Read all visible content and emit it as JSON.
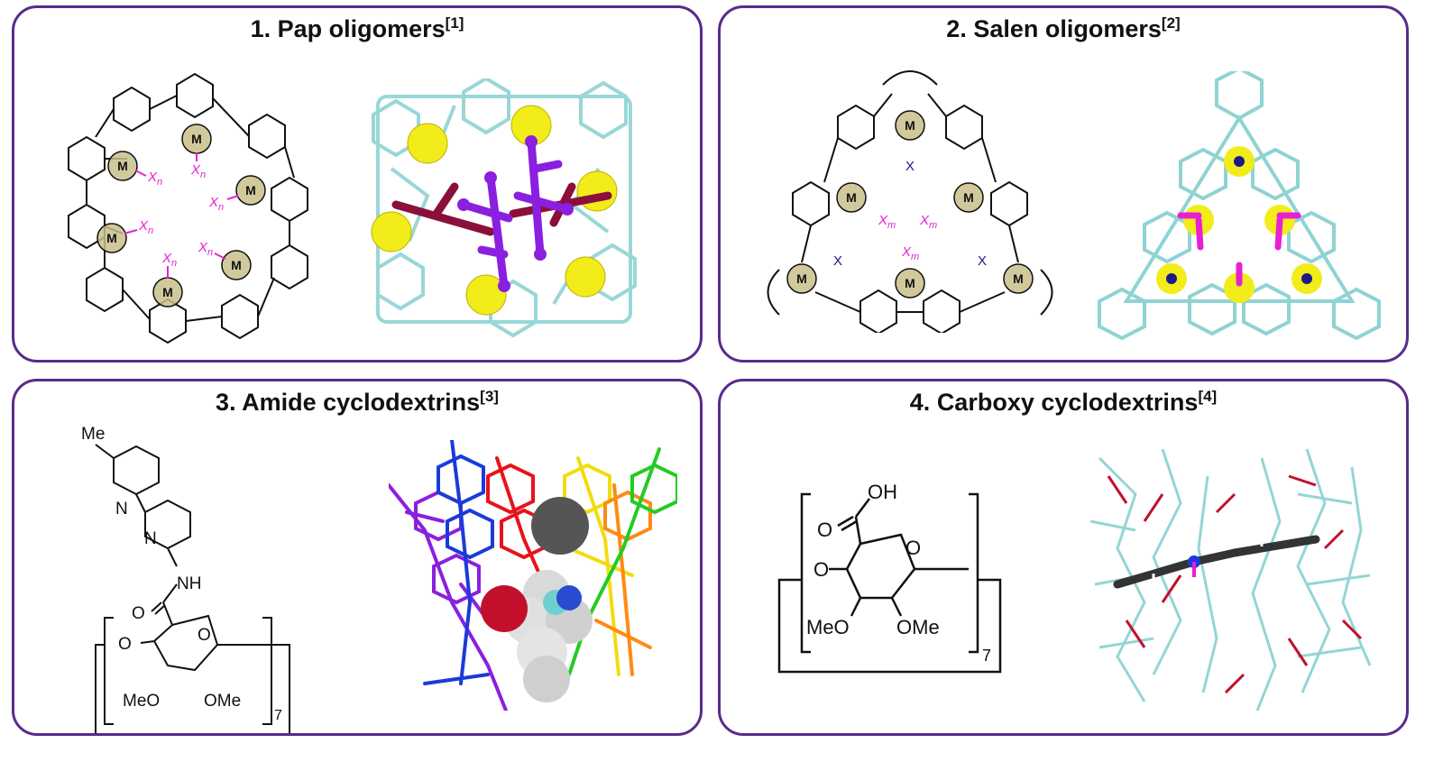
{
  "panels": [
    {
      "number": "1.",
      "title": "Pap oligomers",
      "ref": "[1]"
    },
    {
      "number": "2.",
      "title": "Salen oligomers",
      "ref": "[2]"
    },
    {
      "number": "3.",
      "title": "Amide cyclodextrins",
      "ref": "[3]"
    },
    {
      "number": "4.",
      "title": "Carboxy cyclodextrins",
      "ref": "[4]"
    }
  ],
  "structure_labels": {
    "metal": "M",
    "ligand_x": "X",
    "sub_n": "n",
    "sub_m": "m",
    "nitrogen": "N",
    "oxygen": "O",
    "methyl": "Me",
    "amine": "NH",
    "hydroxyl": "OH",
    "methoxy_left": "MeO",
    "methoxy_right": "OMe",
    "repeat_count": "7"
  },
  "colors": {
    "frame": "#5b2a8c",
    "metal_sphere": "#c9c08a",
    "ligand_magenta": "#e81fd5",
    "ligand_navy": "#1a1a8c",
    "yellow_atom": "#f2ec1a",
    "purple_guest": "#8b1fe0",
    "maroon_guest": "#8a0f3a",
    "cyan_stick": "#8fd3d3"
  }
}
